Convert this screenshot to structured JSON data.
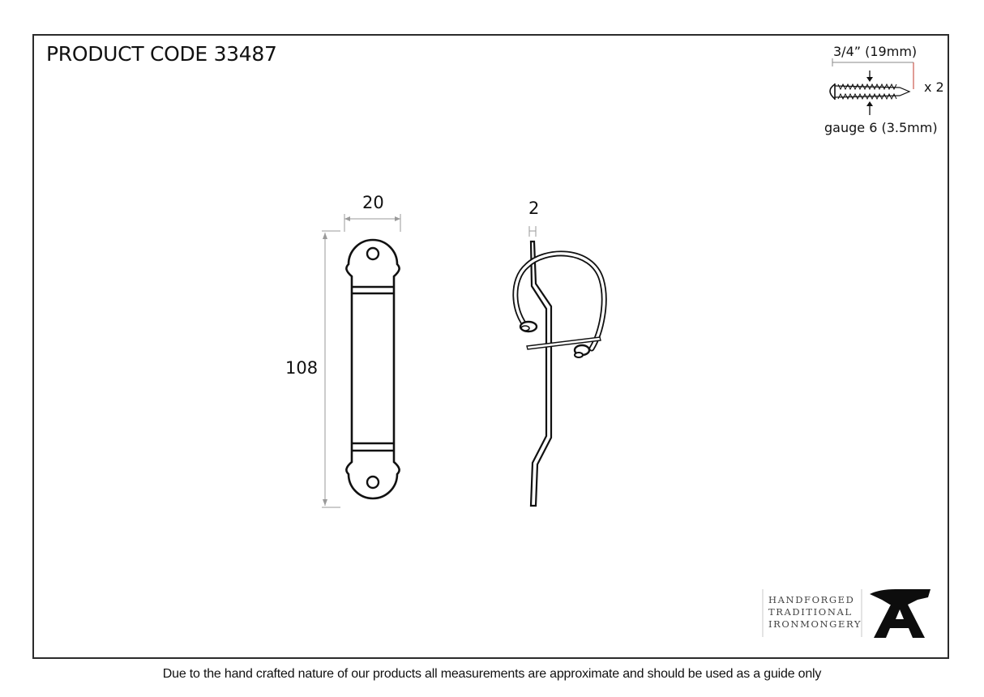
{
  "header": {
    "title": "PRODUCT CODE 33487"
  },
  "screw": {
    "length_label": "3/4” (19mm)",
    "quantity_label": "x 2",
    "gauge_label": "gauge 6 (3.5mm)"
  },
  "front_view": {
    "width_label": "20",
    "height_label": "108"
  },
  "side_view": {
    "thickness_label": "2"
  },
  "brand": {
    "lines": [
      "HANDFORGED",
      "TRADITIONAL",
      "IRONMONGERY"
    ],
    "logo": "anvil-a-logo"
  },
  "footer": {
    "disclaimer": "Due to the hand crafted nature of our products all measurements are approximate and should be used as a guide only"
  },
  "colors": {
    "line": "#111111",
    "dimension_line": "#9a9a9a",
    "border": "#2b2b2b",
    "accent_red": "#c0392b"
  }
}
